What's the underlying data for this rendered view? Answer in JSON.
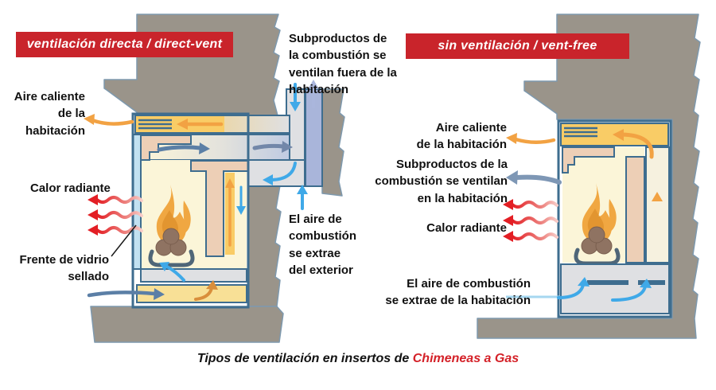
{
  "caption": {
    "prefix": "Tipos de ventilación en insertos de",
    "highlight": "Chimeneas a Gas"
  },
  "left_diagram": {
    "banner": "ventilación directa / direct-vent",
    "labels": {
      "warm_air": "Aire caliente\nde la\nhabitación",
      "radiant_heat": "Calor radiante",
      "sealed_glass": "Frente de vidrio\nsellado",
      "byproducts": "Subproductos de\nla combustión se\nventilan fuera de la\nhabitación",
      "combustion_air": "El aire de\ncombustión\nse extrae\ndel exterior"
    }
  },
  "right_diagram": {
    "banner": "sin ventilación / vent-free",
    "labels": {
      "warm_air": "Aire caliente\nde la habitación",
      "byproducts": "Subproductos de la\ncombustión se ventilan\nen la habitación",
      "radiant_heat": "Calor radiante",
      "combustion_air": "El aire de combustión\nse extrae de la habitación"
    }
  },
  "colors": {
    "banner_red": "#C9242B",
    "caption_red": "#D42128",
    "wall_gray": "#9A948A",
    "frame_steel": "#3E6D8F",
    "warm_yellow": "#F9CC66",
    "interior_cream": "#FBF5D8",
    "mantel_pink": "#EDCFB6",
    "duct_gray": "#DFE0E3",
    "vent_lavender": "#A9B5DA",
    "glass_blue": "#C2E1F1",
    "arrow_blue": "#3FA9E8",
    "arrow_steel_blue": "#5B7FA6",
    "arrow_orange": "#F2A243",
    "arrow_red": "#E31E24",
    "flame_orange": "#F0A742",
    "log_brown": "#8F7362"
  }
}
